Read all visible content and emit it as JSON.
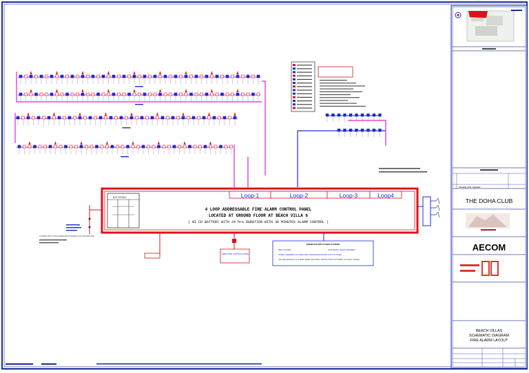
{
  "panel": {
    "loops": [
      "Loop-1",
      "Loop-2",
      "Loop-3",
      "Loop4"
    ],
    "batteries_label": "BATTERIES",
    "line1": "4 LOOP ADDRESSABLE FIRE ALARM CONTROL PANEL",
    "line2": "LOCATED AT GROUND FLOOR AT BEACH VILLA 6",
    "line3": "( NI CD BATTERY WITH 24 hrs DURATION WITH 30 MINUTES ALARM CONTROL )"
  },
  "interfaces": {
    "title": "INTERFACE WITH OTHER SYSTEMS",
    "items": [
      "BMS SYSTEM",
      "AUTOMATIC DOOR OPENERS",
      "PUBLIC ADDRESS SYSTEM FOR VOICE EVACUATION",
      "CCTV SYSTEM",
      "ALL MECHANICAL SYSTEMS (FIRE FIGHTING, VENTILATION SYSTEMS, AC SHUT DOWN)"
    ]
  },
  "fire_pump": {
    "label": "FIRE PUMP CONTROL PANEL"
  },
  "left_note": {
    "label": "CONNECTION TO ENGINEER RESPONSIBLE FOR FIRE BRIGADE"
  },
  "title_block": {
    "project": "THE DOHA CLUB",
    "consultant": "AECOM",
    "drawing_title": [
      "BEACH VILLAS",
      "SCHEMATIC DIAGRAM",
      "FIRE ALARM LAYOUT"
    ],
    "issue_label": "ISSUED FOR TENDER"
  },
  "colors": {
    "border": "#1a2a9a",
    "panel": "#e0101a",
    "loop": "#e020d8",
    "device": "#1a2ad0",
    "accent_red": "#e0101a"
  }
}
